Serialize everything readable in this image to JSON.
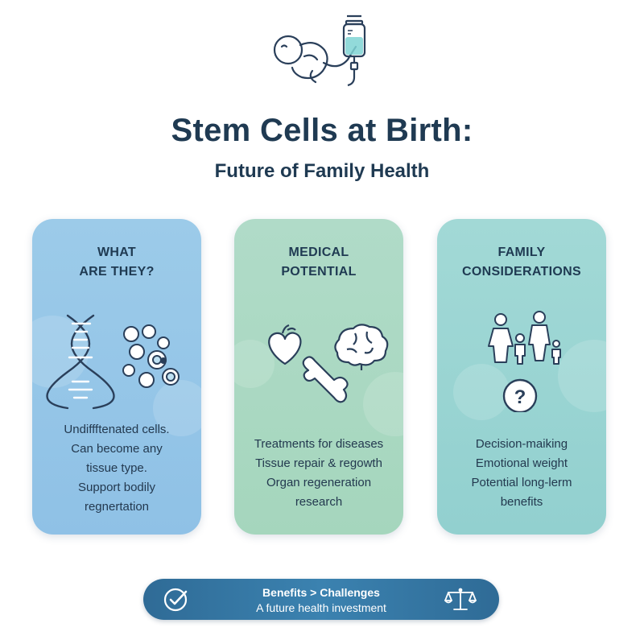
{
  "header": {
    "title": "Stem Cells at Birth:",
    "subtitle": "Future of Family Health",
    "icon": "baby-iv-bag-icon"
  },
  "cards": [
    {
      "heading_lines": [
        "WHAT",
        "ARE THEY?"
      ],
      "icons": [
        "dna-helix-icon",
        "cells-icon"
      ],
      "body_lines": [
        "Undiffftenated cells.",
        "Can become any",
        "tissue type.",
        "Support bodily",
        "regnertation"
      ],
      "color": "#9ccbe9"
    },
    {
      "heading_lines": [
        "MEDICAL",
        "POTENTIAL"
      ],
      "icons": [
        "heart-icon",
        "brain-icon",
        "bone-icon"
      ],
      "body_lines": [
        "Treatments for diseases",
        "Tissue repair & regowth",
        "Organ regeneration",
        "research"
      ],
      "color": "#b0dbc8"
    },
    {
      "heading_lines": [
        "FAMILY",
        "CONSIDERATIONS"
      ],
      "icons": [
        "family-icon",
        "question-icon"
      ],
      "body_lines": [
        "Decision-maiking",
        "Emotional weight",
        "Potential long-lerm",
        "benefits"
      ],
      "color": "#a2d9d6"
    }
  ],
  "footer": {
    "main": "Benefits > Challenges",
    "sub": "A future health investment",
    "icons": [
      "checkmark-icon",
      "balance-scale-icon"
    ],
    "color": "#2f6b96"
  }
}
